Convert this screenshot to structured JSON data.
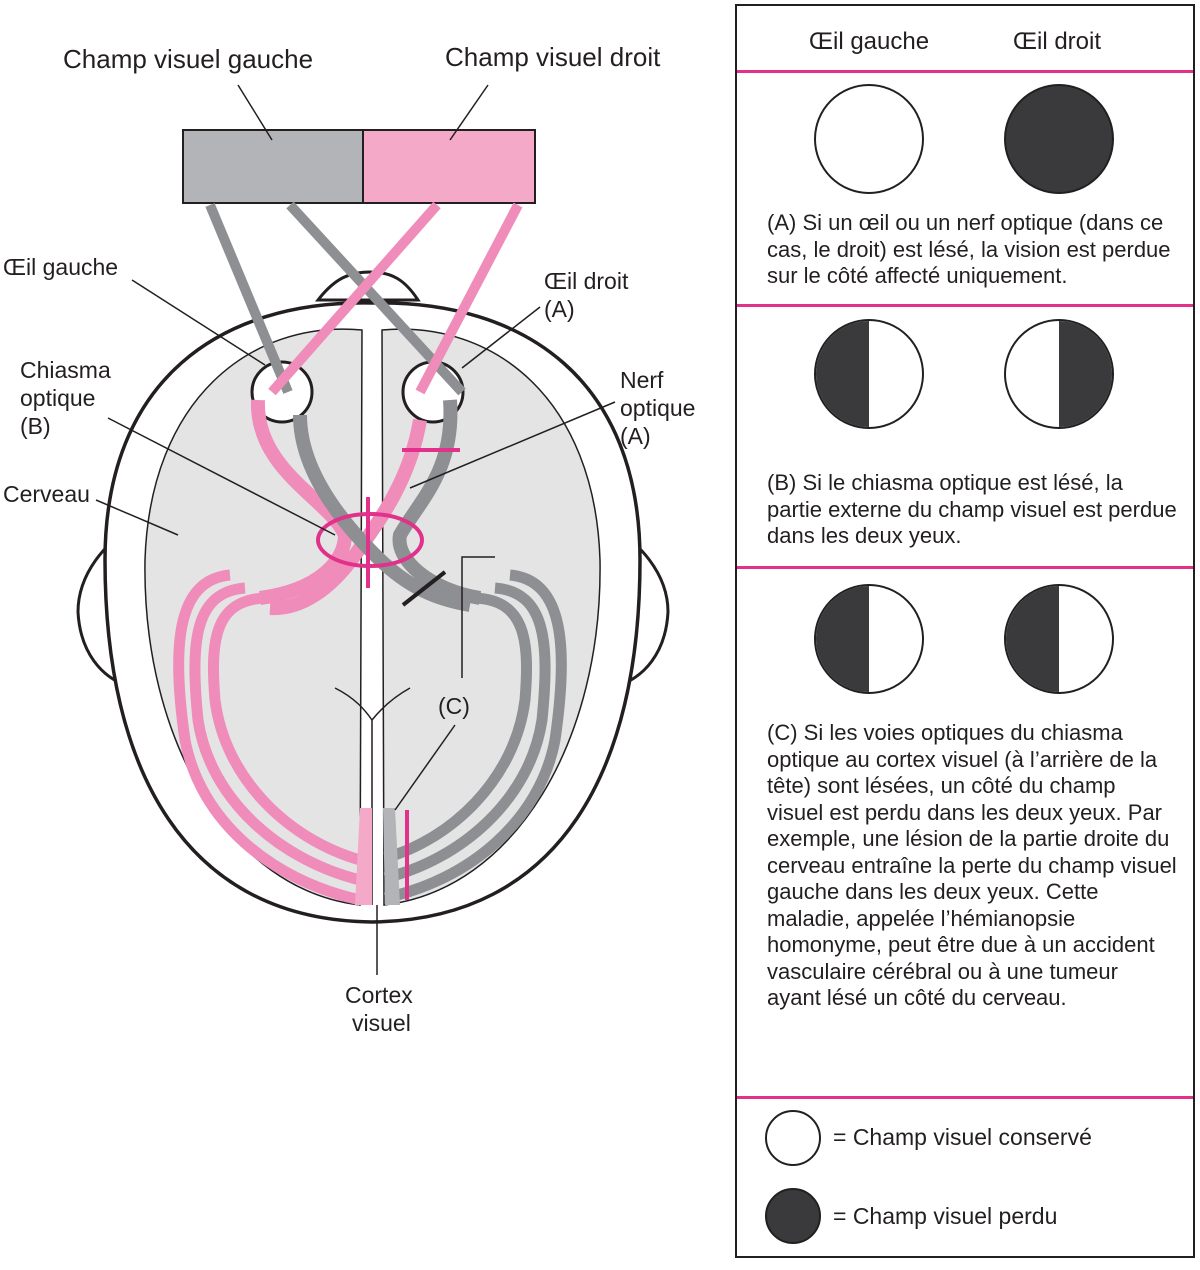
{
  "diagram": {
    "labels": {
      "left_field": "Champ visuel gauche",
      "right_field": "Champ visuel droit",
      "left_eye": "Œil gauche",
      "right_eye": "Œil droit",
      "right_eye_tag": "(A)",
      "chiasm_1": "Chiasma",
      "chiasm_2": "optique",
      "chiasm_tag": "(B)",
      "nerve_1": "Nerf",
      "nerve_2": "optique",
      "nerve_tag": "(A)",
      "brain": "Cerveau",
      "pathway_tag": "(C)",
      "cortex_1": "Cortex",
      "cortex_2": "visuel"
    },
    "colors": {
      "left_field": "#b3b4b8",
      "right_field": "#f4a9c9",
      "lesion": "#e1318a",
      "brain": "#e4e4e5",
      "gray_path": "#8e8f92",
      "pink_path": "#f08cba"
    }
  },
  "panel": {
    "col_left": "Œil gauche",
    "col_right": "Œil droit",
    "caption_a": "(A) Si un œil ou un nerf optique (dans ce cas, le droit) est lésé, la vision est perdue sur le côté affecté uniquement.",
    "caption_b": "(B) Si le chiasma optique est lésé, la partie externe du champ visuel est perdue dans les deux yeux.",
    "caption_c": "(C) Si les voies optiques du chiasma optique au cortex visuel (à l’arrière de la tête) sont lésées, un côté du champ visuel est perdu dans les deux yeux. Par exemple, une lésion de la partie droite du cerveau entraîne la perte du champ visuel gauche dans les deux yeux. Cette maladie, appelée l’hémianopsie homonyme, peut être due à un accident vasculaire cérébral ou à une tumeur ayant lésé un côté du cerveau.",
    "legend_preserved": "= Champ visuel conservé",
    "legend_lost": "= Champ visuel perdu"
  }
}
